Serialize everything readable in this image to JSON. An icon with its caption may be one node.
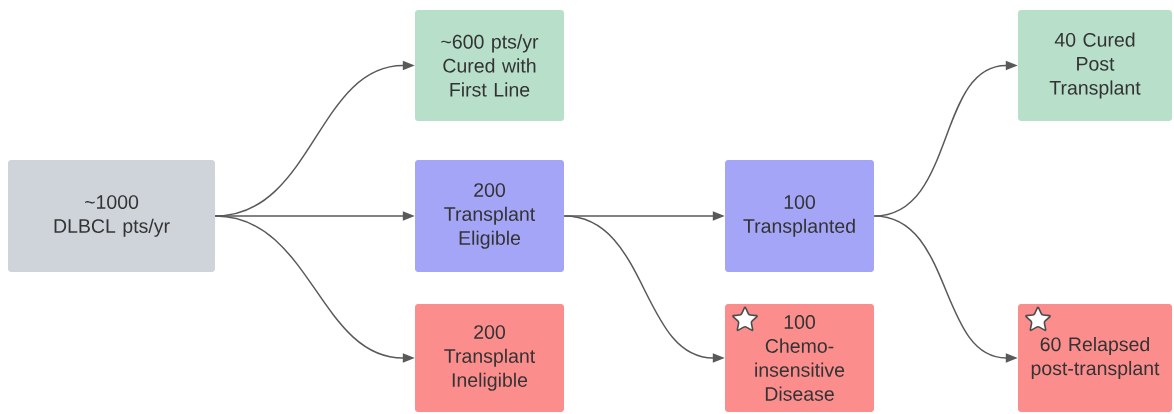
{
  "diagram": {
    "nodes": [
      {
        "text": [
          "~1000 DLBCL pts/yr"
        ]
      },
      {
        "text": [
          "~600 pts/yr Cured with First Line"
        ]
      },
      {
        "text": [
          "200 Transplant Eligible"
        ]
      },
      {
        "text": [
          "200 Transplant Ineligible"
        ]
      },
      {
        "text": [
          "100 Transplanted"
        ]
      },
      {
        "text": [
          "100 Chemo-insensitive Disease"
        ]
      },
      {
        "text": [
          "40 Cured Post Transplant"
        ]
      },
      {
        "text": [
          "60 Relapsed post-transplant"
        ]
      }
    ],
    "edges": [
      {
        "from": 0,
        "to": 1,
        "arrow": "to"
      },
      {
        "from": 0,
        "to": 2,
        "arrow": "to"
      },
      {
        "from": 0,
        "to": 3,
        "arrow": "to"
      },
      {
        "from": 2,
        "to": 4,
        "arrow": "to"
      },
      {
        "from": 2,
        "to": 5,
        "arrow": "to"
      },
      {
        "from": 4,
        "to": 6,
        "arrow": "to"
      },
      {
        "from": 4,
        "to": 7,
        "arrow": "to"
      }
    ]
  }
}
